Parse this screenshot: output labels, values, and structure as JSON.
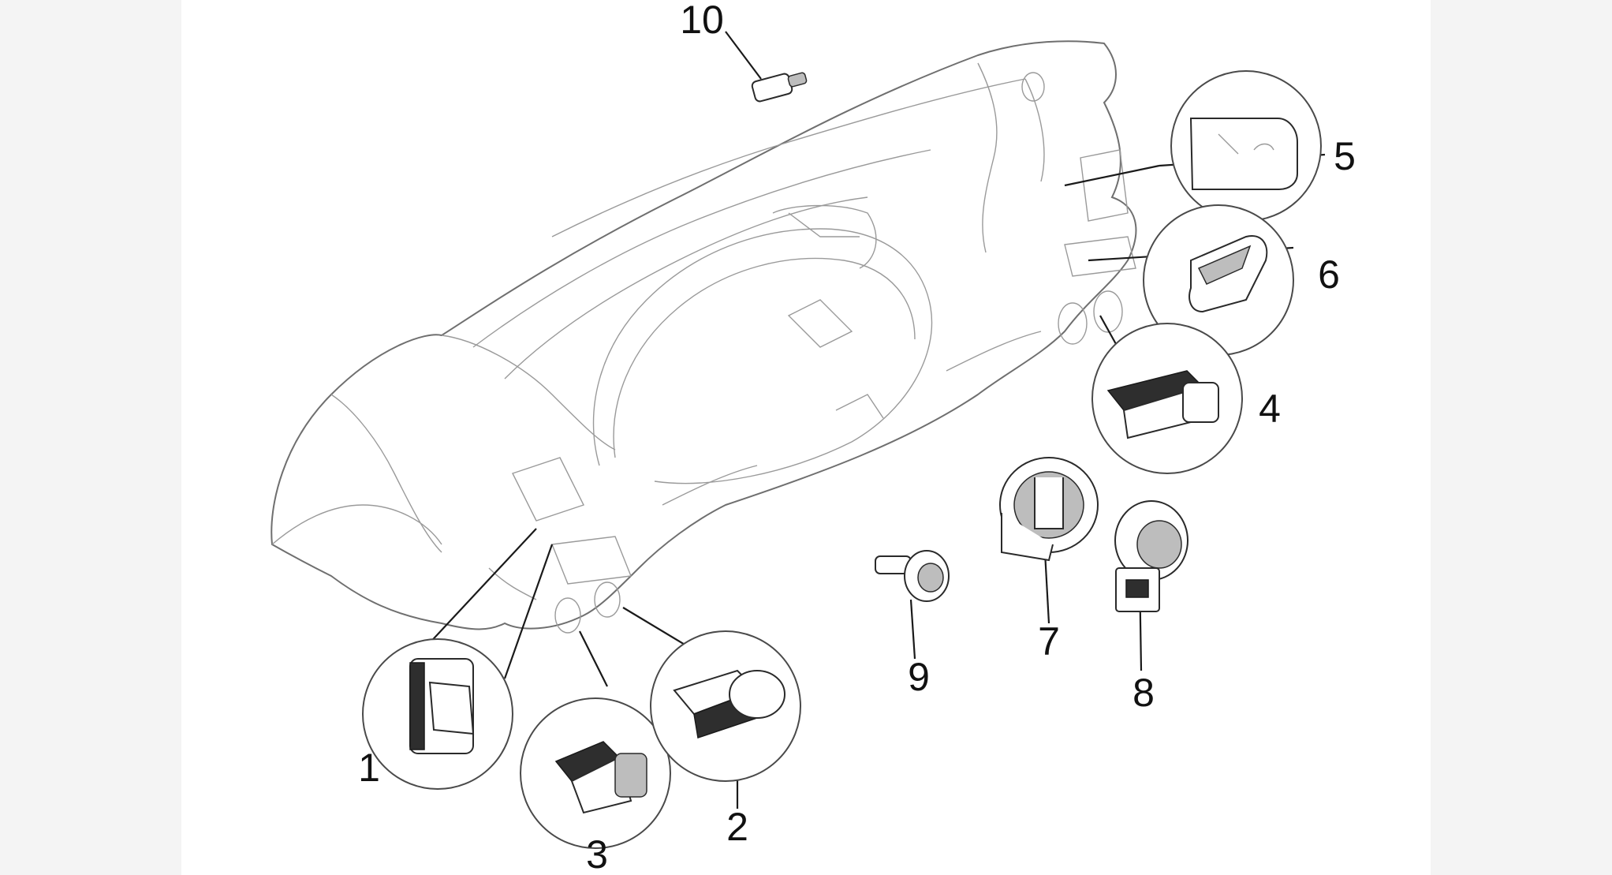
{
  "diagram": {
    "background": "#ffffff",
    "side_panel_color": "#f4f4f4",
    "line_color": "#9a9a9a",
    "callouts": [
      {
        "id": "1",
        "label": "1"
      },
      {
        "id": "2",
        "label": "2"
      },
      {
        "id": "3",
        "label": "3"
      },
      {
        "id": "4",
        "label": "4"
      },
      {
        "id": "5",
        "label": "5"
      },
      {
        "id": "6",
        "label": "6"
      },
      {
        "id": "7",
        "label": "7"
      },
      {
        "id": "8",
        "label": "8"
      },
      {
        "id": "9",
        "label": "9"
      },
      {
        "id": "10",
        "label": "10"
      }
    ]
  }
}
